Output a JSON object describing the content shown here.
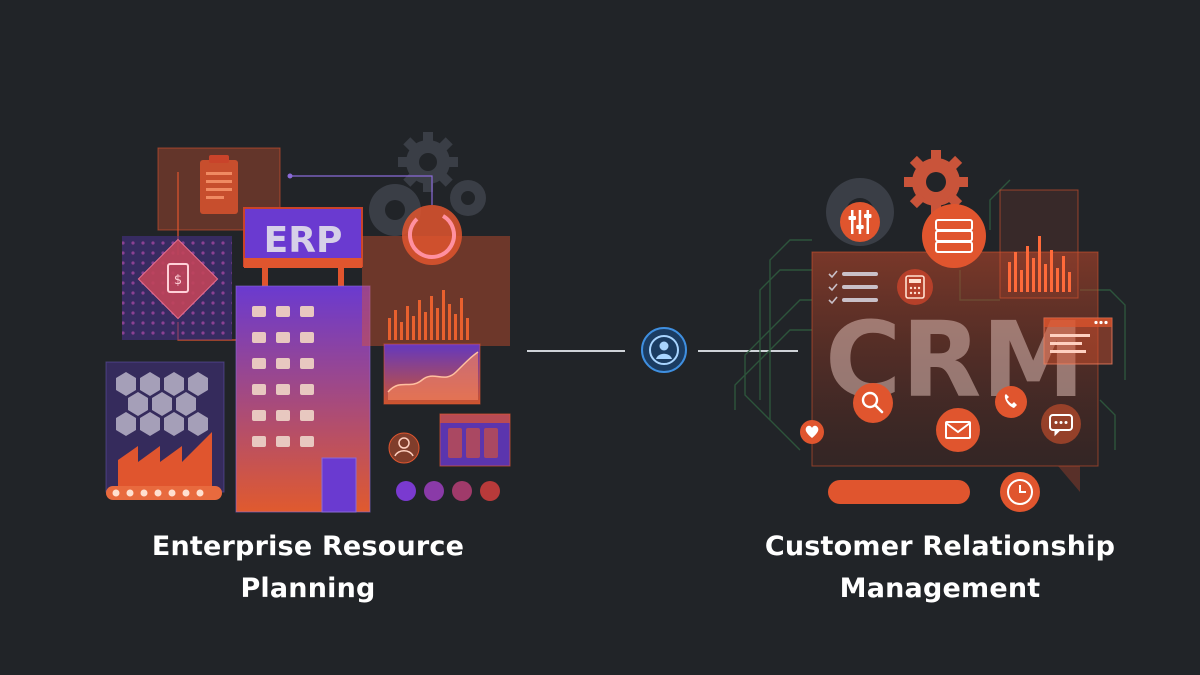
{
  "erp": {
    "sign_text": "ERP",
    "caption_line1": "Enterprise Resource",
    "caption_line2": "Planning"
  },
  "crm": {
    "big_text": "CRM",
    "caption_line1": "Customer Relationship",
    "caption_line2": "Management"
  },
  "connector": {
    "icon": "user-icon"
  },
  "colors": {
    "background": "#212428",
    "orange": "#e0552e",
    "purple": "#6a3ad0",
    "connector_blue": "#3f8fe0"
  }
}
